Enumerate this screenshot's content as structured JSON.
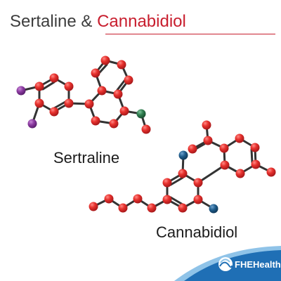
{
  "header": {
    "title_part1": "Sertaline & ",
    "title_part2": "Cannabidiol",
    "accent_color": "#c81e2e",
    "text_color": "#3d3d3d"
  },
  "molecules": {
    "sertraline": {
      "label": "Sertraline",
      "atom_color": "#e8322e",
      "halogen_color": "#8b3aa0",
      "nitrogen_color": "#2f7d4f"
    },
    "cannabidiol": {
      "label": "Cannabidiol",
      "atom_color": "#e8322e",
      "oxygen_color": "#1f5d8c"
    }
  },
  "footer": {
    "brand_icon": "fhe-health-logo-icon",
    "brand_text": "FHEHealth",
    "brand_color": "#1f6fb5"
  }
}
